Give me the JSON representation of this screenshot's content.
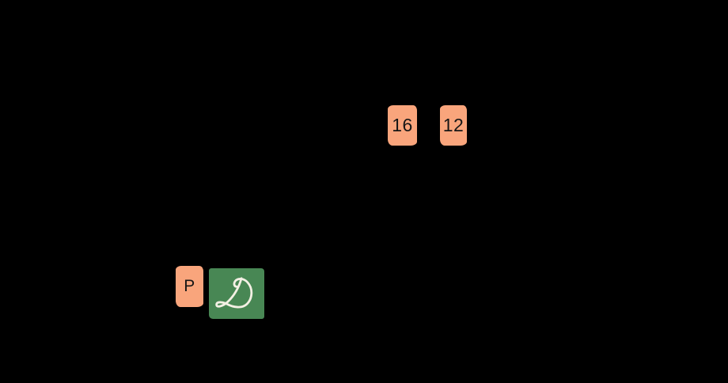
{
  "canvas": {
    "background_color": "#000000",
    "description": "dark sketch canvas, strokes mostly invisible on black"
  },
  "shapes": {
    "box_16": {
      "label": "16",
      "fill": "#f9a57c",
      "text_color": "#161616"
    },
    "box_12": {
      "label": "12",
      "fill": "#f9a57c",
      "text_color": "#161616"
    },
    "box_p": {
      "label": "P",
      "fill": "#f9a57c",
      "text_color": "#161616"
    },
    "d_logo": {
      "label": "D",
      "style": "script-monogram",
      "fill": "#488754",
      "glyph_color": "#f3f0e4"
    }
  }
}
